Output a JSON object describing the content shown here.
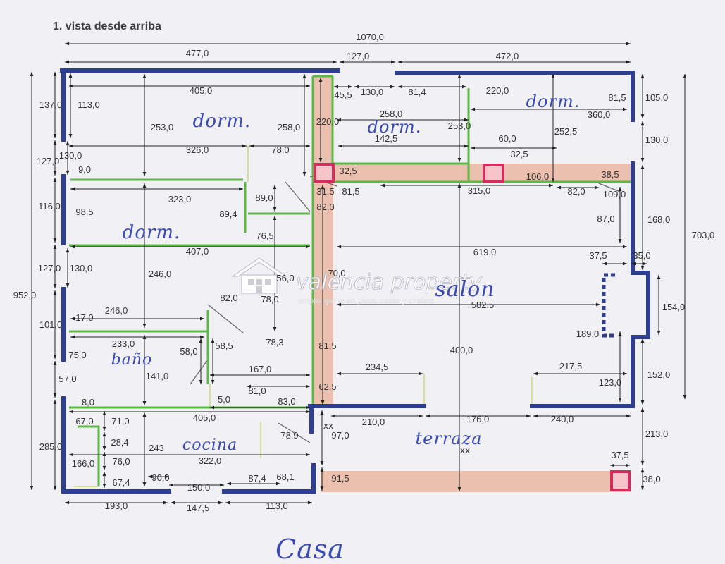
{
  "title": "1. vista desde arriba",
  "rooms": {
    "dorm_1": "dorm.",
    "dorm_2": "dorm.",
    "dorm_3": "dorm.",
    "dorm_4": "dorm.",
    "salon": "salon",
    "bano": "baño",
    "cocina": "cocina",
    "terraza": "terraza"
  },
  "caption": "Casa",
  "marks": [
    "xx",
    "xx"
  ],
  "watermark": {
    "icon": "house-icon",
    "brand": "valencia property",
    "tagline": "amplia gama en pisos, casas y chalets"
  },
  "colors": {
    "wall": "#2e3f91",
    "partition": "#5cb947",
    "beam": "#eab49e",
    "pillar": "#d22d5c",
    "handwriting": "#3a4bb5"
  },
  "dimensions": [
    "1070,0",
    "477,0",
    "127,0",
    "472,0",
    "952,0",
    "137,0",
    "127,0",
    "116,0",
    "127,0",
    "101,0",
    "57,0",
    "285,0",
    "113,0",
    "130,0",
    "9,0",
    "98,5",
    "130,0",
    "17,0",
    "75,0",
    "8,0",
    "67,0",
    "166,0",
    "405,0",
    "253,0",
    "258,0",
    "326,0",
    "78,0",
    "220,0",
    "45,5",
    "130,0",
    "81,4",
    "258,0",
    "253,0",
    "142,5",
    "220,0",
    "81,5",
    "105,0",
    "360,0",
    "130,0",
    "60,0",
    "32,5",
    "32,5",
    "106,0",
    "38,5",
    "31,5",
    "81,5",
    "315,0",
    "82,0",
    "109,0",
    "252,5",
    "323,0",
    "89,0",
    "82,0",
    "89,4",
    "76,5",
    "168,0",
    "87,0",
    "703,0",
    "407,0",
    "619,0",
    "37,5",
    "35,0",
    "246,0",
    "56,0",
    "70,0",
    "82,0",
    "78,0",
    "582,5",
    "246,0",
    "154,0",
    "189,0",
    "78,3",
    "233,0",
    "58,0",
    "58,5",
    "81,5",
    "400,0",
    "141,0",
    "234,5",
    "217,5",
    "152,0",
    "167,0",
    "62,5",
    "123,0",
    "81,0",
    "5,0",
    "83,0",
    "405,0",
    "210,0",
    "176,0",
    "240,0",
    "71,0",
    "28,4",
    "243",
    "322,0",
    "78,9",
    "97,0",
    "213,0",
    "76,0",
    "37,5",
    "67,4",
    "90,0",
    "87,4",
    "68,1",
    "91,5",
    "38,0",
    "150,0",
    "193,0",
    "147,5",
    "113,0"
  ]
}
